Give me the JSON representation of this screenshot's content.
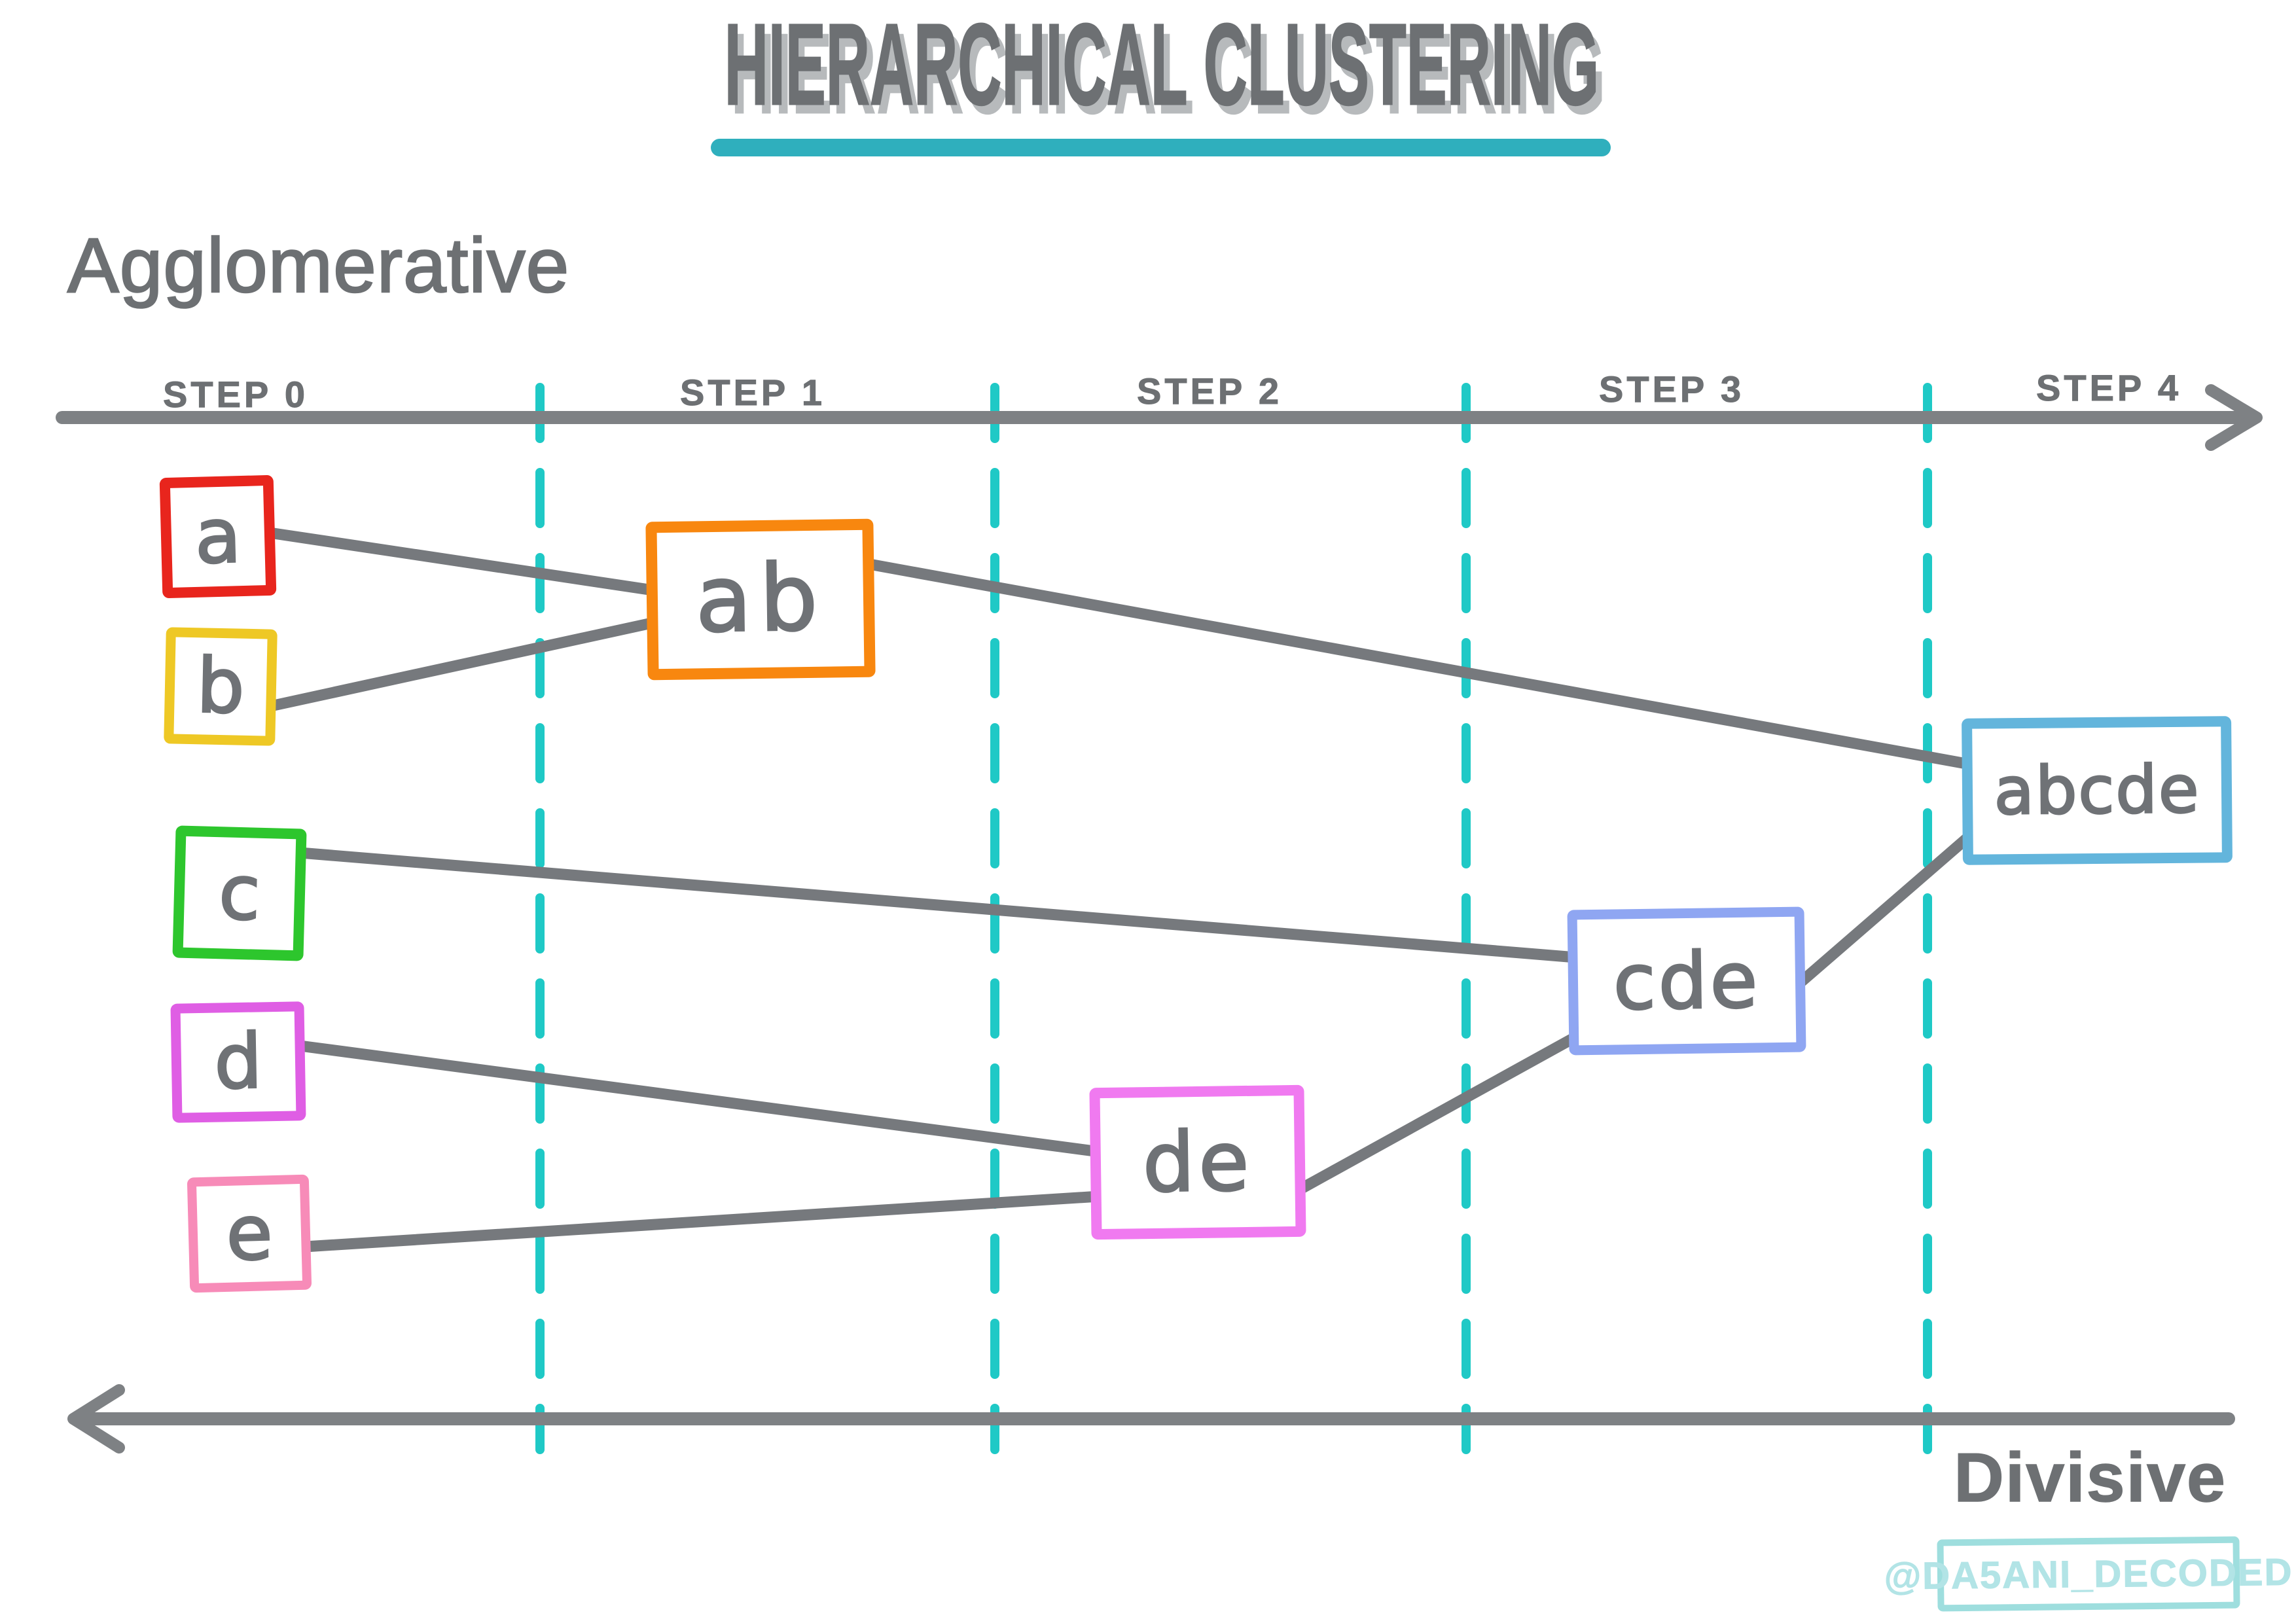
{
  "title": {
    "text": "HIERARCHICAL CLUSTERING",
    "underline_color": "#2fafbd"
  },
  "section_labels": {
    "agglomerative": "Agglomerative",
    "divisive": "Divisive"
  },
  "timeline": {
    "steps": [
      "STEP 0",
      "STEP 1",
      "STEP 2",
      "STEP 3",
      "STEP 4"
    ],
    "axis_color": "#7e8184",
    "separator_color": "#1fc9c6",
    "direction_top": "agglomerative (left to right)",
    "direction_bottom": "divisive (right to left)"
  },
  "diagram": {
    "connector_color": "#76797d",
    "node_label_color": "#6f7276"
  },
  "nodes": [
    {
      "id": "a",
      "label": "a",
      "border_color": "#e8251d",
      "step": 0
    },
    {
      "id": "b",
      "label": "b",
      "border_color": "#eec825",
      "step": 0
    },
    {
      "id": "ab",
      "label": "ab",
      "border_color": "#f8870f",
      "step": 1
    },
    {
      "id": "c",
      "label": "c",
      "border_color": "#2dc62d",
      "step": 0
    },
    {
      "id": "d",
      "label": "d",
      "border_color": "#df5ee4",
      "step": 0
    },
    {
      "id": "e",
      "label": "e",
      "border_color": "#f78bb8",
      "step": 0
    },
    {
      "id": "de",
      "label": "de",
      "border_color": "#f07af0",
      "step": 2
    },
    {
      "id": "cde",
      "label": "cde",
      "border_color": "#8fa6f2",
      "step": 3
    },
    {
      "id": "abcde",
      "label": "abcde",
      "border_color": "#63b5dc",
      "step": 4
    }
  ],
  "edges": [
    {
      "from": "a",
      "to": "ab"
    },
    {
      "from": "b",
      "to": "ab"
    },
    {
      "from": "ab",
      "to": "abcde"
    },
    {
      "from": "c",
      "to": "cde"
    },
    {
      "from": "d",
      "to": "de"
    },
    {
      "from": "e",
      "to": "de"
    },
    {
      "from": "de",
      "to": "cde"
    },
    {
      "from": "cde",
      "to": "abcde"
    }
  ],
  "watermark": {
    "text": "@DA5ANI_DECODED",
    "border_color": "#9edede",
    "text_color": "#b2e4e6"
  }
}
